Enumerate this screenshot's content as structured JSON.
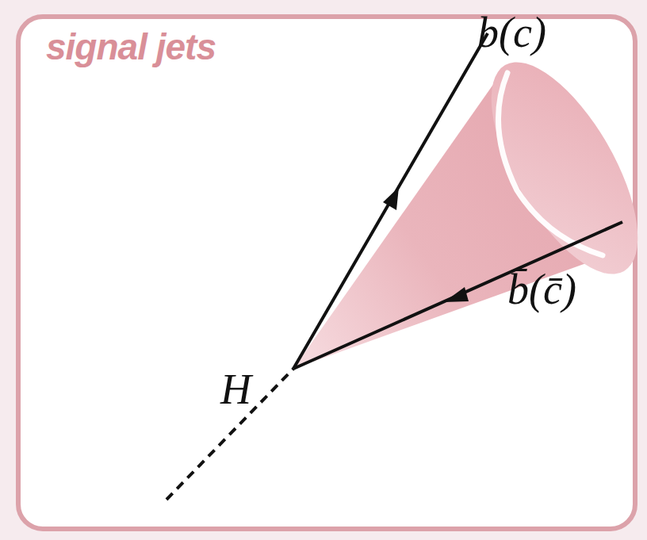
{
  "diagram": {
    "title": "signal jets",
    "labels": [
      "b(c)",
      "b̄(c̄)",
      "H"
    ]
  }
}
